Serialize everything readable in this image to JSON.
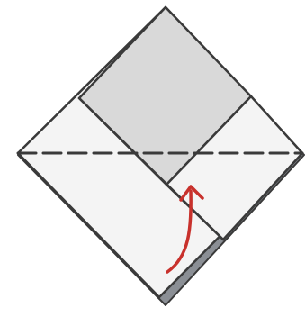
{
  "diagram": {
    "type": "origami-fold-step",
    "shape": "square paper rotated 45 degrees (diamond)",
    "colors": {
      "background": "#ffffff",
      "paper_front": "#f4f4f4",
      "paper_shaded": "#d9d9d9",
      "paper_back_edge": "#8b8f95",
      "outline": "#3a3a3a",
      "fold_line": "#3a3a3a",
      "arrow": "#c8312c"
    },
    "elements": [
      {
        "name": "diamond-paper",
        "role": "folded square sheet"
      },
      {
        "name": "shaded-top-panel",
        "role": "gray square face at top"
      },
      {
        "name": "valley-fold-line",
        "role": "horizontal dashed fold line"
      },
      {
        "name": "fold-arrow-icon",
        "role": "red curved arrow showing fold upward"
      }
    ]
  }
}
